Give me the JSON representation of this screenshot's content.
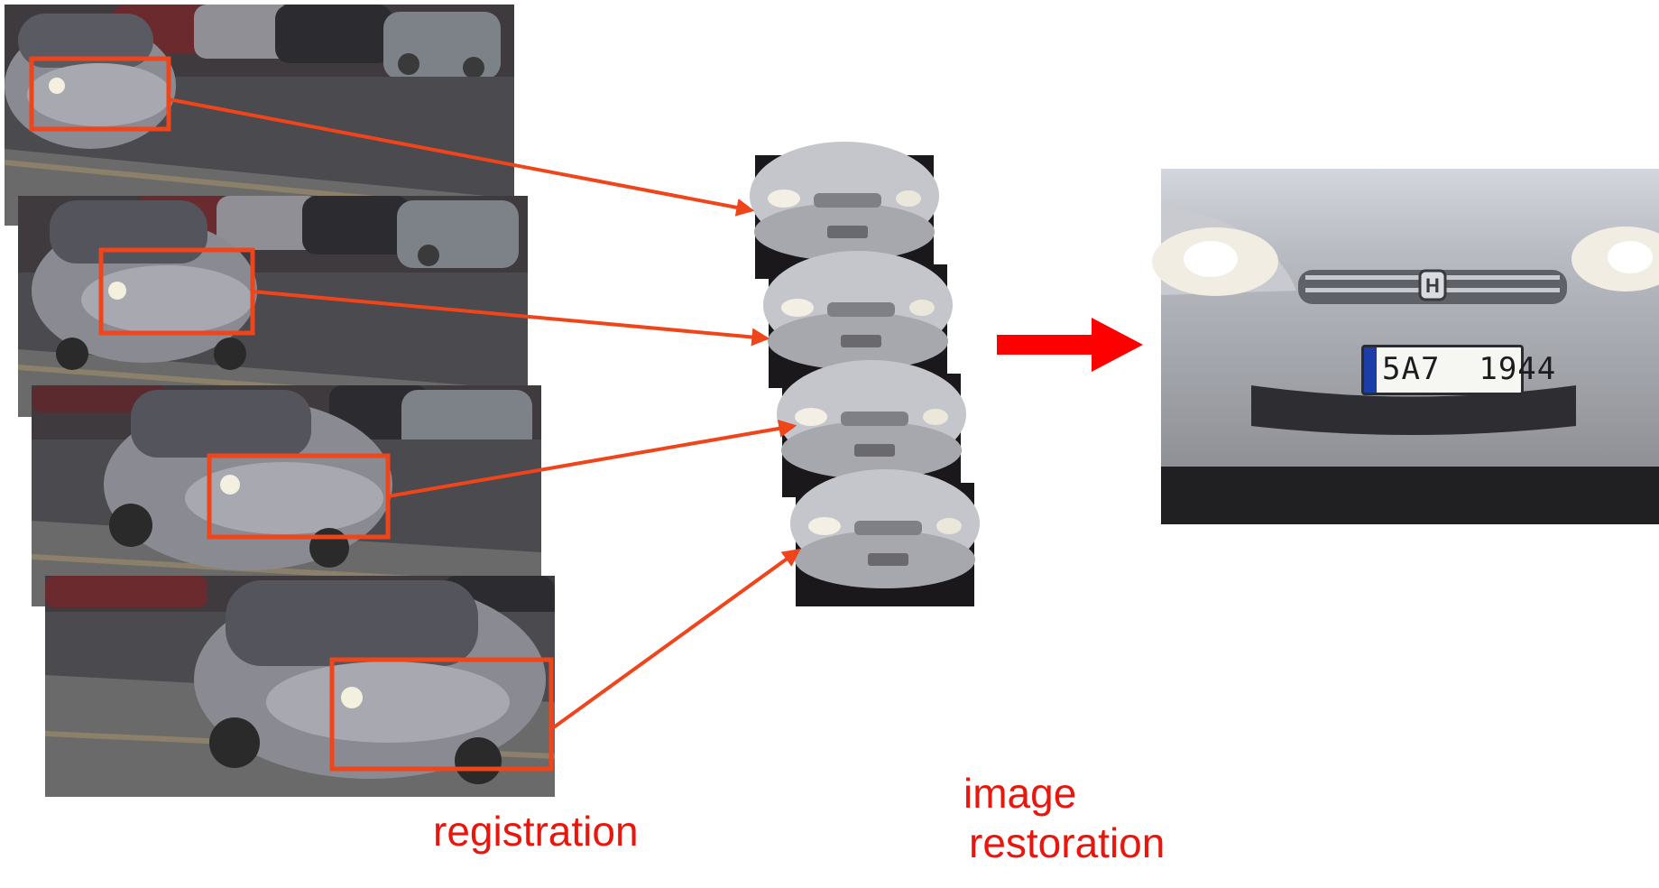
{
  "labels": {
    "registration": "registration",
    "restoration_line1": "image",
    "restoration_line2": "restoration"
  },
  "plate": {
    "text": "5A7  1944"
  },
  "colors": {
    "annotation": "#e8160c",
    "box": "#f0441a",
    "block_arrow": "#ff0000"
  }
}
